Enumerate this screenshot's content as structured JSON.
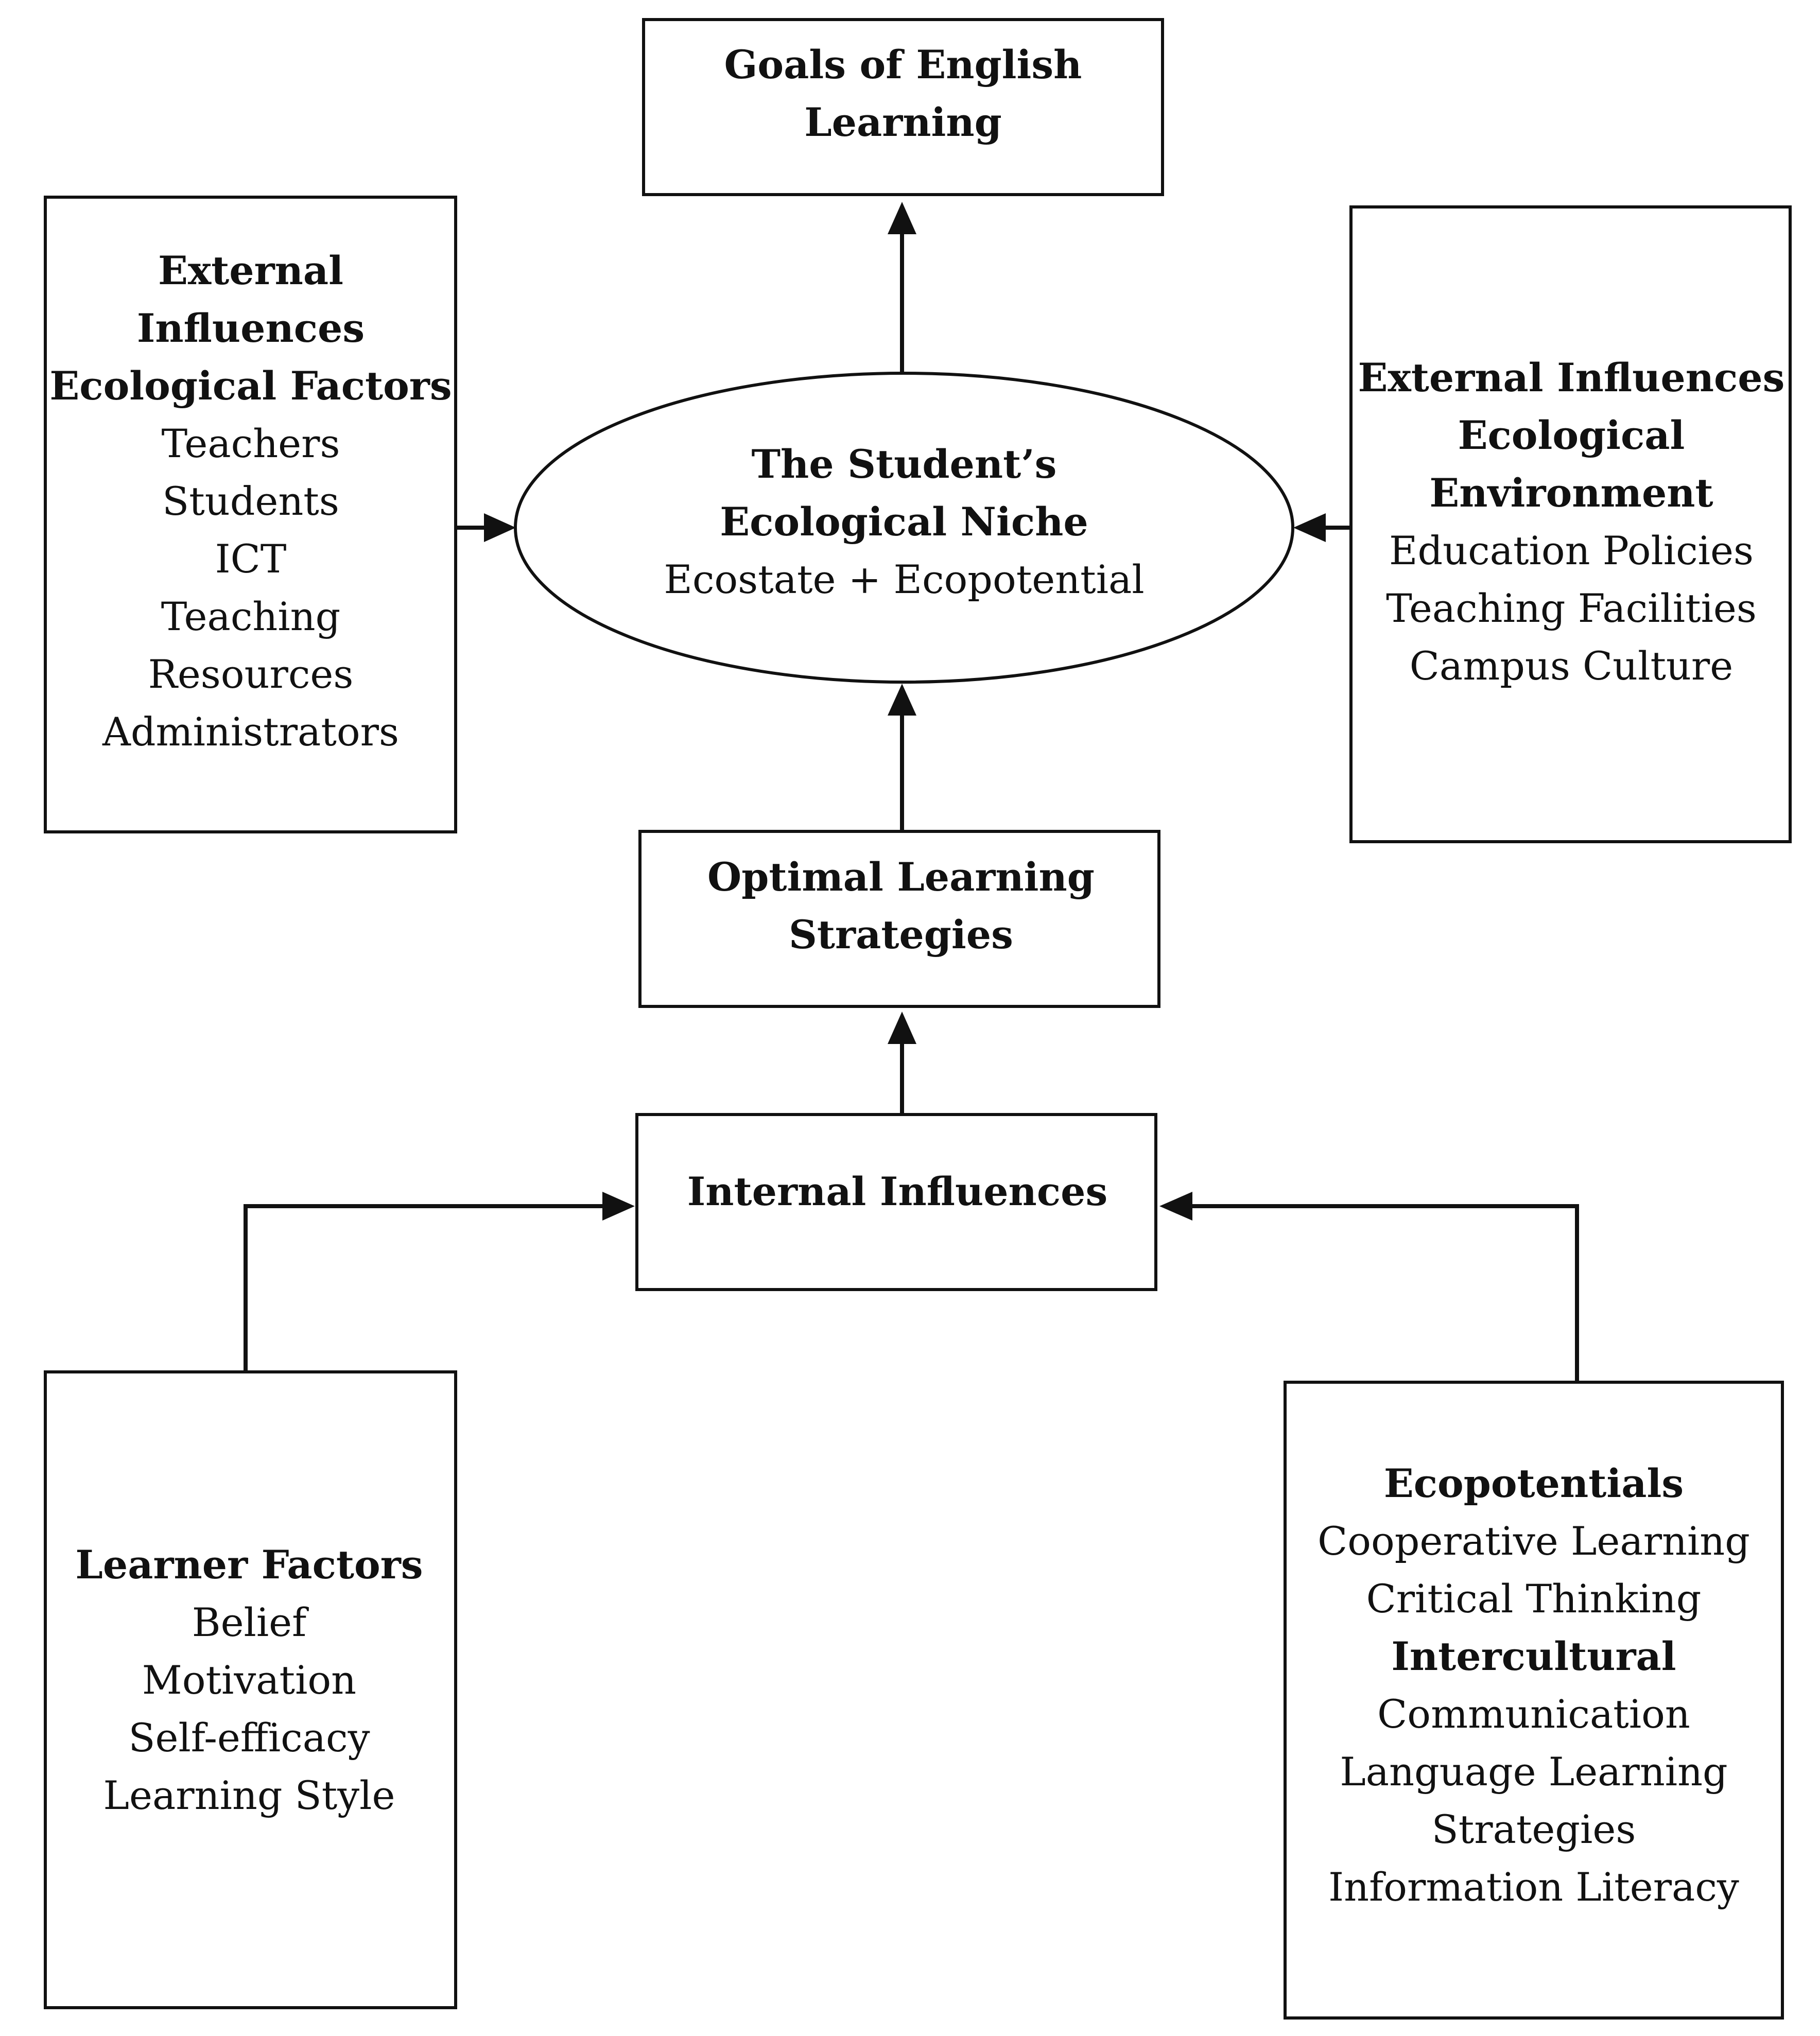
{
  "nodes": {
    "goals": {
      "lines": [
        {
          "text": "Goals of English",
          "bold": true
        },
        {
          "text": "Learning",
          "bold": true
        }
      ]
    },
    "external_left": {
      "lines": [
        {
          "text": "External",
          "bold": true
        },
        {
          "text": "Influences",
          "bold": true
        },
        {
          "text": "Ecological Factors",
          "bold": true
        },
        {
          "text": "Teachers",
          "bold": false
        },
        {
          "text": "Students",
          "bold": false
        },
        {
          "text": "ICT",
          "bold": false
        },
        {
          "text": "Teaching",
          "bold": false
        },
        {
          "text": "Resources",
          "bold": false
        },
        {
          "text": "Administrators",
          "bold": false
        }
      ]
    },
    "niche": {
      "lines": [
        {
          "text": "The Student’s",
          "bold": true
        },
        {
          "text": "Ecological Niche",
          "bold": true
        },
        {
          "text": "Ecostate + Ecopotential",
          "bold": false
        }
      ]
    },
    "external_right": {
      "lines": [
        {
          "text": "External Influences",
          "bold": true
        },
        {
          "text": "Ecological",
          "bold": true
        },
        {
          "text": "Environment",
          "bold": true
        },
        {
          "text": "Education Policies",
          "bold": false
        },
        {
          "text": "Teaching Facilities",
          "bold": false
        },
        {
          "text": "Campus Culture",
          "bold": false
        }
      ]
    },
    "strategies": {
      "lines": [
        {
          "text": "Optimal Learning",
          "bold": true
        },
        {
          "text": "Strategies",
          "bold": true
        }
      ]
    },
    "internal": {
      "lines": [
        {
          "text": "Internal Influences",
          "bold": true
        }
      ]
    },
    "learner": {
      "lines": [
        {
          "text": "Learner Factors",
          "bold": true
        },
        {
          "text": "Belief",
          "bold": false
        },
        {
          "text": "Motivation",
          "bold": false
        },
        {
          "text": "Self-efficacy",
          "bold": false
        },
        {
          "text": "Learning Style",
          "bold": false
        }
      ]
    },
    "ecopotentials": {
      "lines": [
        {
          "text": "Ecopotentials",
          "bold": true
        },
        {
          "text": "Cooperative Learning",
          "bold": false
        },
        {
          "text": "Critical Thinking",
          "bold": false
        },
        {
          "text": "Intercultural",
          "bold": true
        },
        {
          "text": "Communication",
          "bold": false
        },
        {
          "text": "Language Learning",
          "bold": false
        },
        {
          "text": "Strategies",
          "bold": false
        },
        {
          "text": "Information Literacy",
          "bold": false
        }
      ]
    }
  },
  "edges": [
    {
      "from": "niche",
      "to": "goals"
    },
    {
      "from": "external_left",
      "to": "niche"
    },
    {
      "from": "external_right",
      "to": "niche"
    },
    {
      "from": "strategies",
      "to": "niche"
    },
    {
      "from": "internal",
      "to": "strategies"
    },
    {
      "from": "learner",
      "to": "internal"
    },
    {
      "from": "ecopotentials",
      "to": "internal"
    }
  ]
}
